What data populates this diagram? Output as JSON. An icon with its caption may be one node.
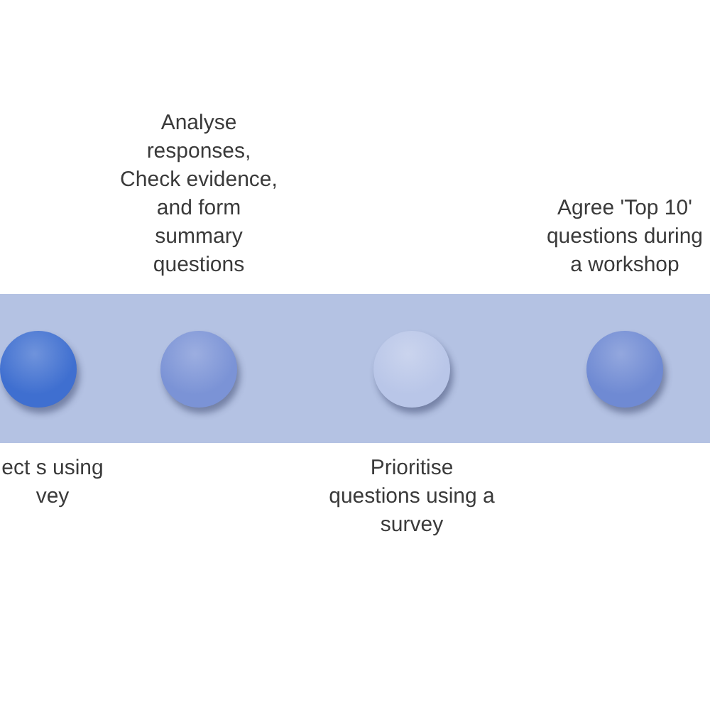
{
  "diagram": {
    "nodes": [
      {
        "text": [],
        "shape": "bar"
      },
      {
        "text": [],
        "shape": "circle",
        "in": 0,
        "beside": [
          "ect s using vey"
        ]
      },
      {
        "text": [],
        "shape": "circle",
        "in": 0,
        "beside": [
          "Analyse responses, Check evidence, and form summary questions"
        ]
      },
      {
        "text": [],
        "shape": "circle",
        "in": 0,
        "beside": [
          "Prioritise questions using a survey"
        ]
      },
      {
        "text": [],
        "shape": "circle",
        "in": 0,
        "beside": [
          "Agree 'Top 10' questions during a workshop"
        ]
      }
    ]
  }
}
